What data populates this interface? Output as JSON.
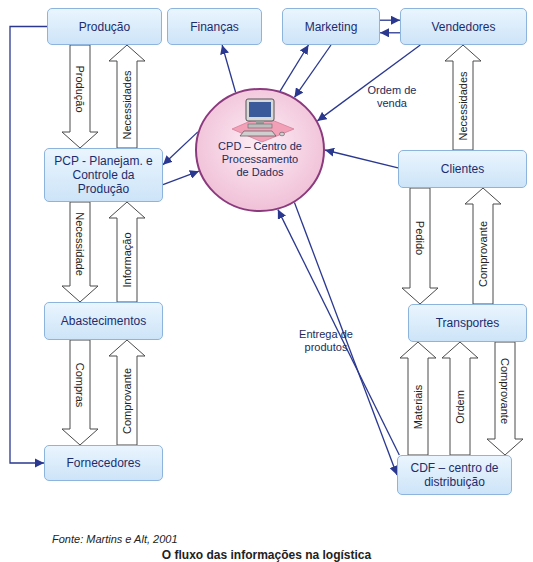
{
  "diagram": {
    "caption": "O fluxo das informações na logística",
    "nodes": [
      {
        "text": [
          "Produção"
        ]
      },
      {
        "text": [
          "Finanças"
        ]
      },
      {
        "text": [
          "Marketing"
        ]
      },
      {
        "text": [
          "Vendedores"
        ]
      },
      {
        "text": [
          "PCP - Planejam. e Controle da Produção"
        ]
      },
      {
        "text": [
          "CPD – Centro de Processamento de Dados"
        ]
      },
      {
        "text": [
          "Clientes"
        ]
      },
      {
        "text": [
          "Abastecimentos"
        ]
      },
      {
        "text": [
          "Transportes"
        ]
      },
      {
        "text": [
          "Fornecedores"
        ]
      },
      {
        "text": [
          "CDF – centro de distribuição"
        ]
      }
    ],
    "edges": [
      {
        "from": 0,
        "to": 9,
        "arrow": "to"
      },
      {
        "from": 0,
        "to": 4,
        "label": "Produção",
        "arrow": "to"
      },
      {
        "from": 4,
        "to": 0,
        "label": "Necessidades",
        "arrow": "to"
      },
      {
        "from": 4,
        "to": 7,
        "label": "Necessidade",
        "arrow": "to"
      },
      {
        "from": 7,
        "to": 4,
        "label": "Informação",
        "arrow": "to"
      },
      {
        "from": 7,
        "to": 9,
        "label": "Compras",
        "arrow": "to"
      },
      {
        "from": 9,
        "to": 7,
        "label": "Comprovante",
        "arrow": "to"
      },
      {
        "from": 5,
        "to": 1,
        "arrow": "to"
      },
      {
        "from": 5,
        "to": 2,
        "arrow": "to"
      },
      {
        "from": 2,
        "to": 5,
        "arrow": "to"
      },
      {
        "from": 2,
        "to": 3,
        "arrow": "to"
      },
      {
        "from": 3,
        "to": 2,
        "arrow": "to"
      },
      {
        "from": 3,
        "to": 5,
        "label": "Ordem de venda",
        "arrow": "to"
      },
      {
        "from": 6,
        "to": 3,
        "label": "Necessidades",
        "arrow": "to"
      },
      {
        "from": 5,
        "to": 4,
        "arrow": "to"
      },
      {
        "from": 4,
        "to": 5,
        "arrow": "to"
      },
      {
        "from": 6,
        "to": 5,
        "arrow": "to"
      },
      {
        "from": 6,
        "to": 8,
        "label": "Pedido",
        "arrow": "to"
      },
      {
        "from": 8,
        "to": 6,
        "label": "Comprovante",
        "arrow": "to"
      },
      {
        "from": 10,
        "to": 8,
        "label": "Materiais",
        "arrow": "to"
      },
      {
        "from": 10,
        "to": 8,
        "label": "Ordem",
        "arrow": "to"
      },
      {
        "from": 8,
        "to": 10,
        "label": "Comprovante",
        "arrow": "to"
      },
      {
        "from": 10,
        "to": 5,
        "label": "Entrega de produtos",
        "arrow": "to"
      },
      {
        "from": 5,
        "to": 10,
        "arrow": "to"
      }
    ],
    "labels": [
      "Fonte: Martins e Alt, 2001"
    ]
  }
}
